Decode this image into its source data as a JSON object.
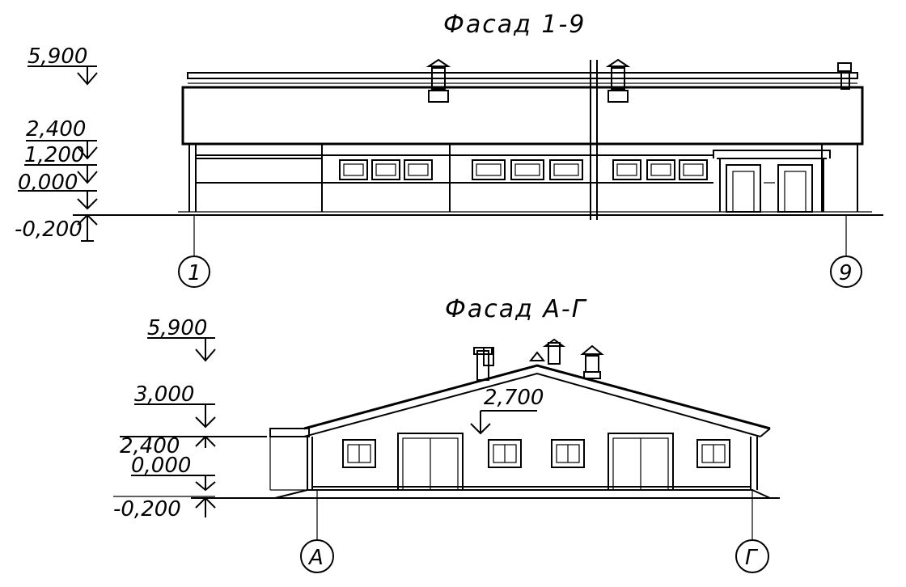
{
  "facade_1_9": {
    "title": "Фасад 1-9",
    "levels": [
      "5,900",
      "2,400",
      "1,200",
      "0,000",
      "-0,200"
    ],
    "axis_left": "1",
    "axis_right": "9"
  },
  "facade_a_g": {
    "title": "Фасад А-Г",
    "levels": [
      "5,900",
      "3,000",
      "2,400",
      "0,000",
      "-0,200"
    ],
    "inner_level": "2,700",
    "axis_left": "А",
    "axis_right": "Г"
  }
}
